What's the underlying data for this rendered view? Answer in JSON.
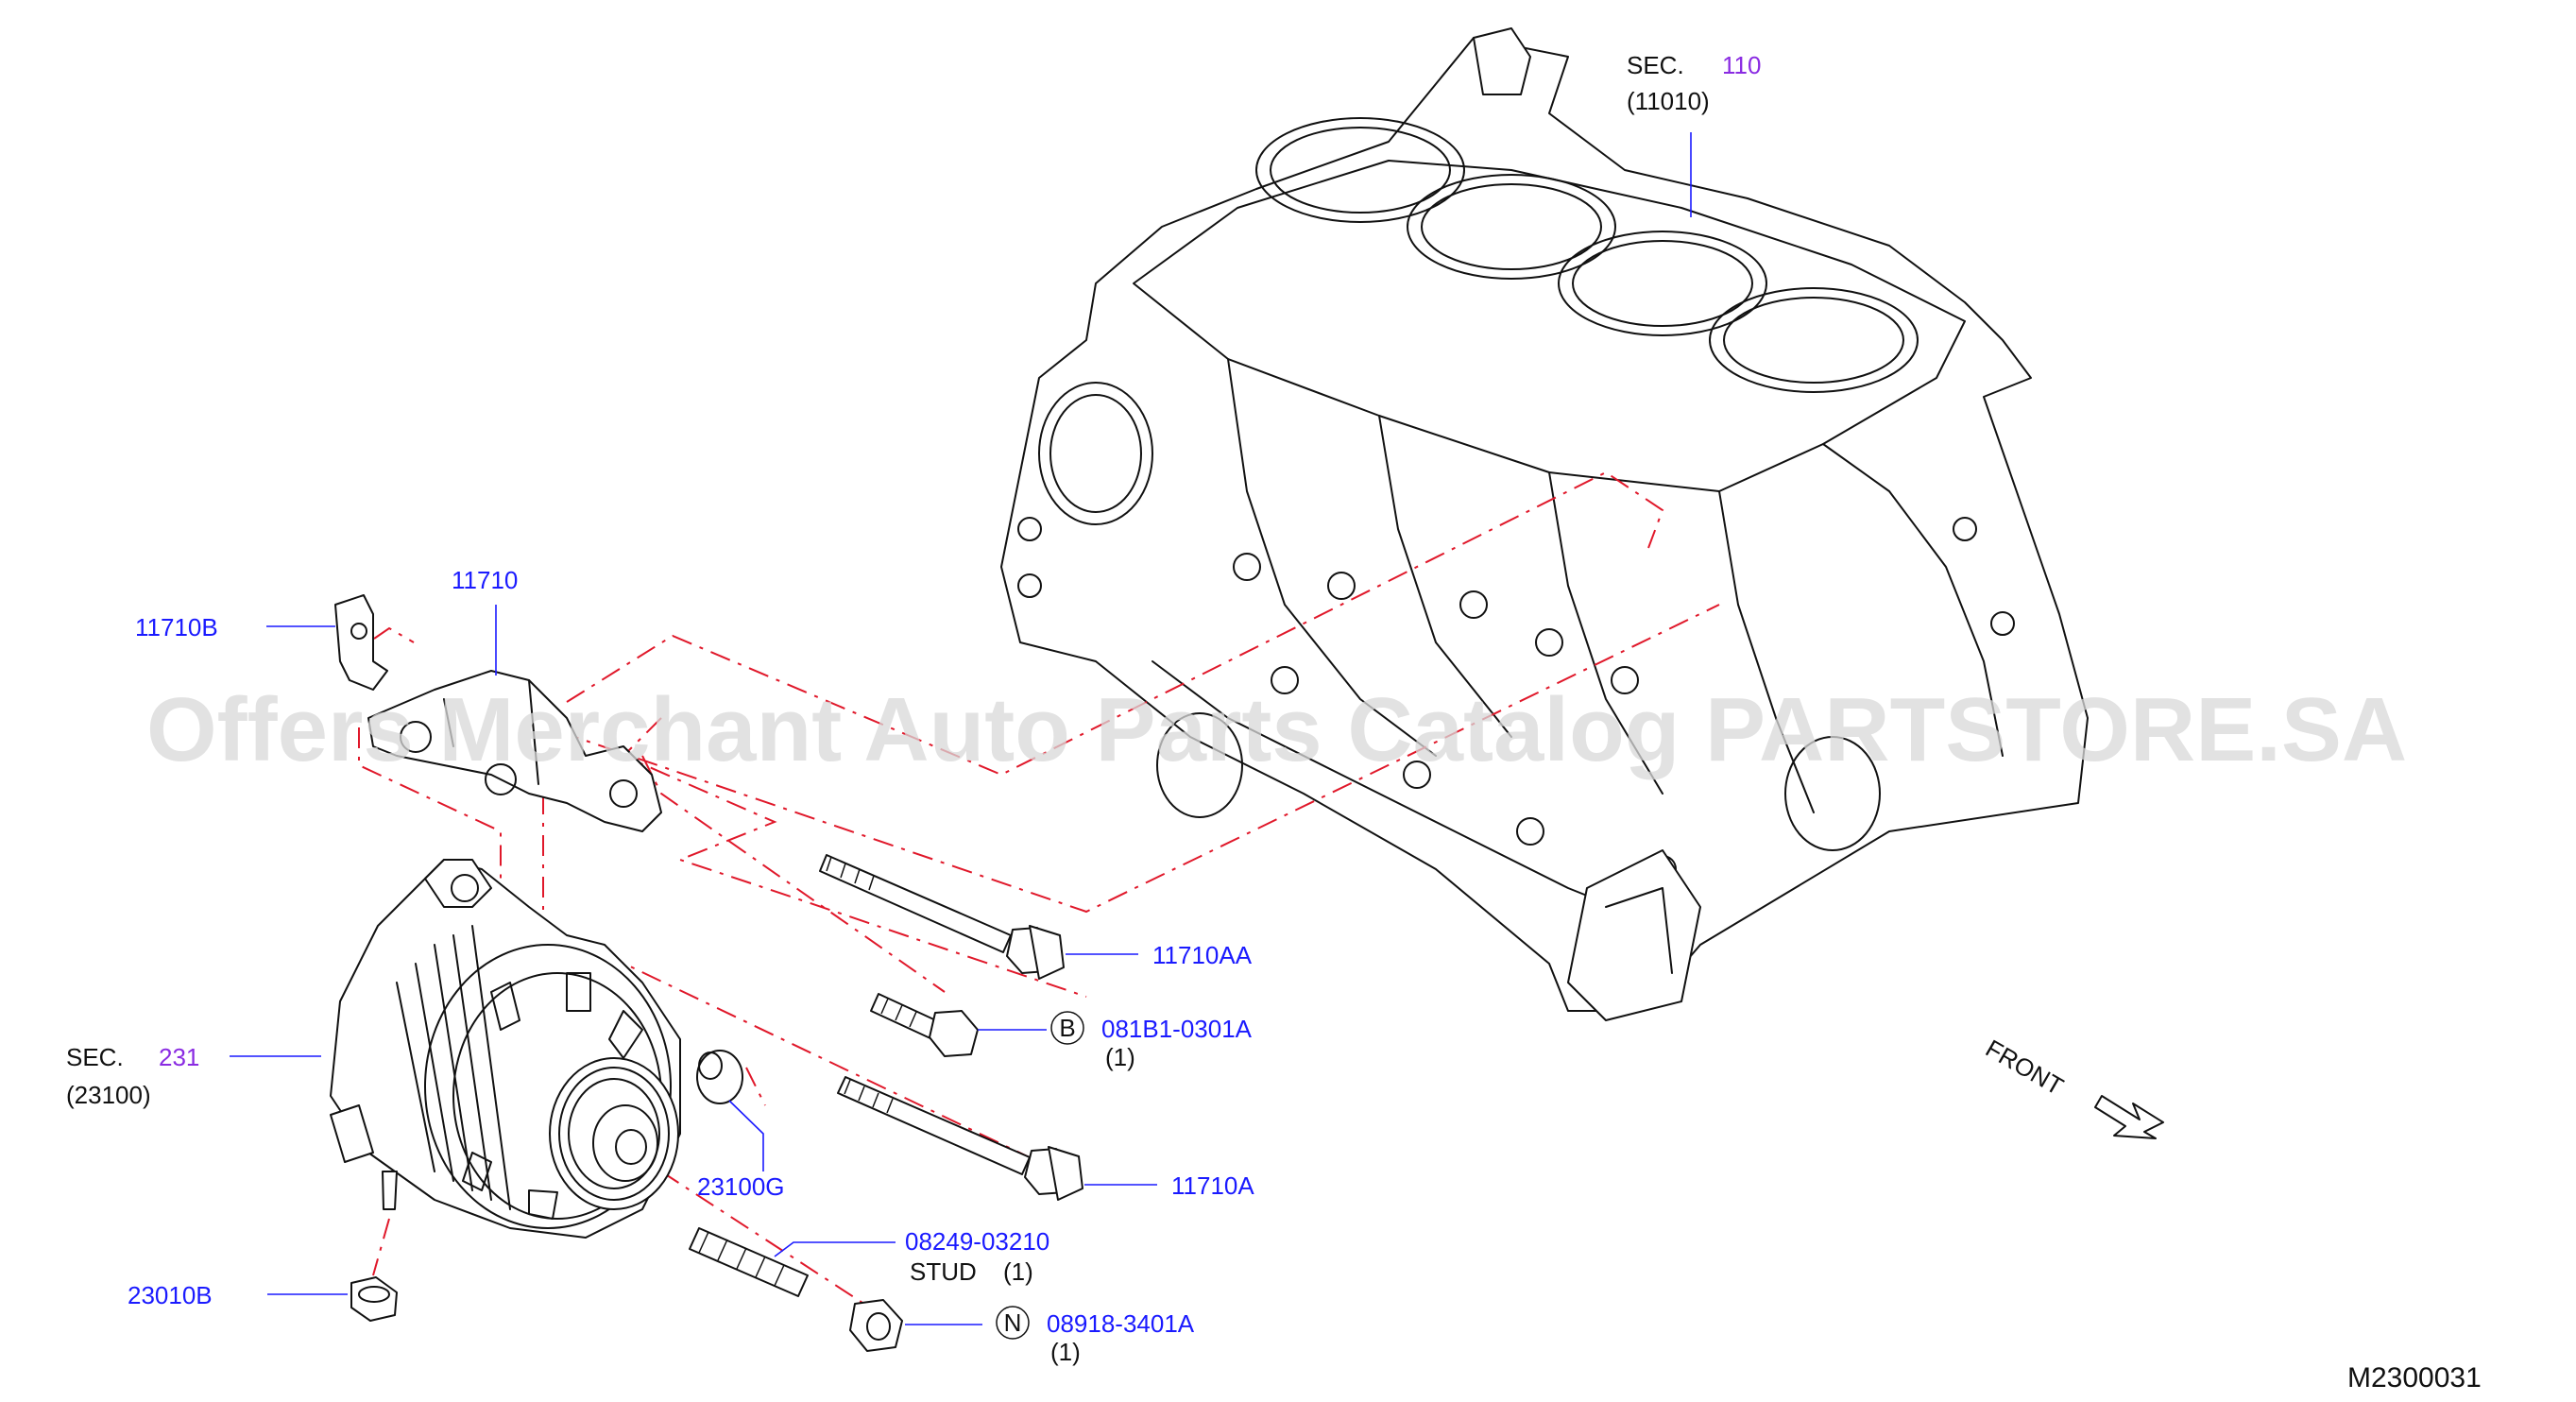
{
  "watermark": "Offers Merchant Auto Parts Catalog PARTSTORE.SA",
  "diagram_id": "M2300031",
  "front_label": "FRONT",
  "sections": {
    "block": {
      "prefix": "SEC.",
      "number": "110",
      "sub": "(11010)"
    },
    "alternator": {
      "prefix": "SEC.",
      "number": "231",
      "sub": "(23100)"
    }
  },
  "parts": {
    "p11710": "11710",
    "p11710B": "11710B",
    "p11710AA": "11710AA",
    "p081B1": {
      "badge": "B",
      "number": "081B1-0301A",
      "qty": "(1)"
    },
    "p23100G": "23100G",
    "p11710A": "11710A",
    "p08249": {
      "number": "08249-03210",
      "desc": "STUD",
      "qty": "(1)"
    },
    "p23010B": "23010B",
    "p08918": {
      "badge": "N",
      "number": "08918-3401A",
      "qty": "(1)"
    }
  },
  "colors": {
    "part_number": "#1a1aff",
    "section_number": "#8a2be2",
    "dash_line": "#e0182a"
  }
}
